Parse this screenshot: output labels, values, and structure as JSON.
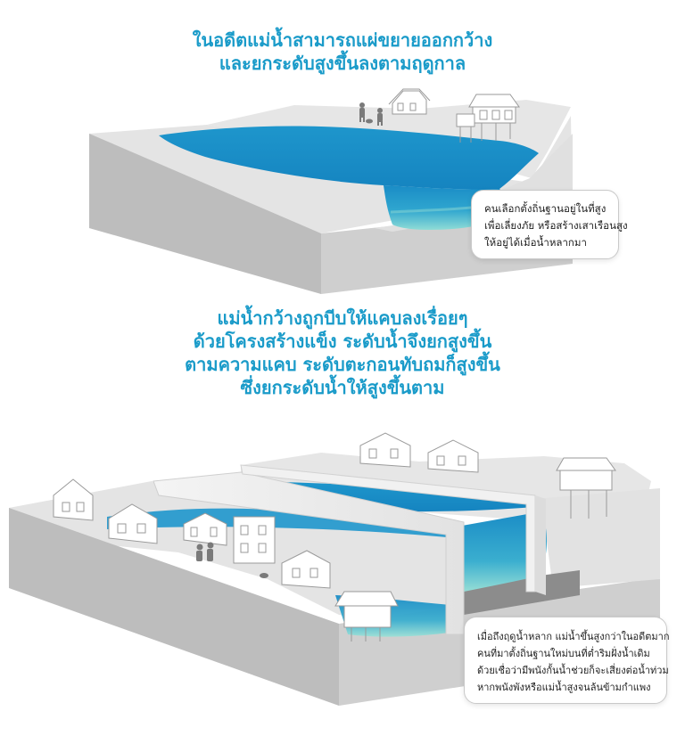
{
  "heading_top": [
    "ในอดีตแม่น้ำสามารถแผ่ขยายออกกว้าง",
    "และยกระดับสูงขึ้นลงตามฤดูกาล"
  ],
  "callout_top": [
    "คนเลือกตั้งถิ่นฐานอยู่ในที่สูง",
    "เพื่อเลี่ยงภัย หรือสร้างเสาเรือนสูง",
    "ให้อยู่ได้เมื่อน้ำหลากมา"
  ],
  "heading_bottom": [
    "แม่น้ำกว้างถูกบีบให้แคบลงเรื่อยๆ",
    "ด้วยโครงสร้างแข็ง ระดับน้ำจึงยกสูงขึ้น",
    "ตามความแคบ ระดับตะกอนทับถมก็สูงขึ้น",
    "ซึ่งยกระดับน้ำให้สูงขึ้นตาม"
  ],
  "callout_bottom": [
    "เมื่อถึงฤดูน้ำหลาก แม่น้ำขึ้นสูงกว่าในอดีตมาก",
    "คนที่มาตั้งถิ่นฐานใหม่บนที่ต่ำริมฝั่งน้ำเดิม",
    "ด้วยเชื่อว่ามีพนังกั้นน้ำช่วยก็จะเสี่ยงต่อน้ำท่วม",
    "หากพนังพังหรือแม่น้ำสูงจนล้นข้ามกำแพง"
  ],
  "colors": {
    "heading": "#1a9bc9",
    "water": "#1e96cc",
    "water_deep": "#0f7fb8",
    "water_shallow": "#7fd3d2",
    "terrain_top": "#e6e6e6",
    "terrain_side": "#bdbdbd",
    "sediment": "#8c8c8c"
  }
}
